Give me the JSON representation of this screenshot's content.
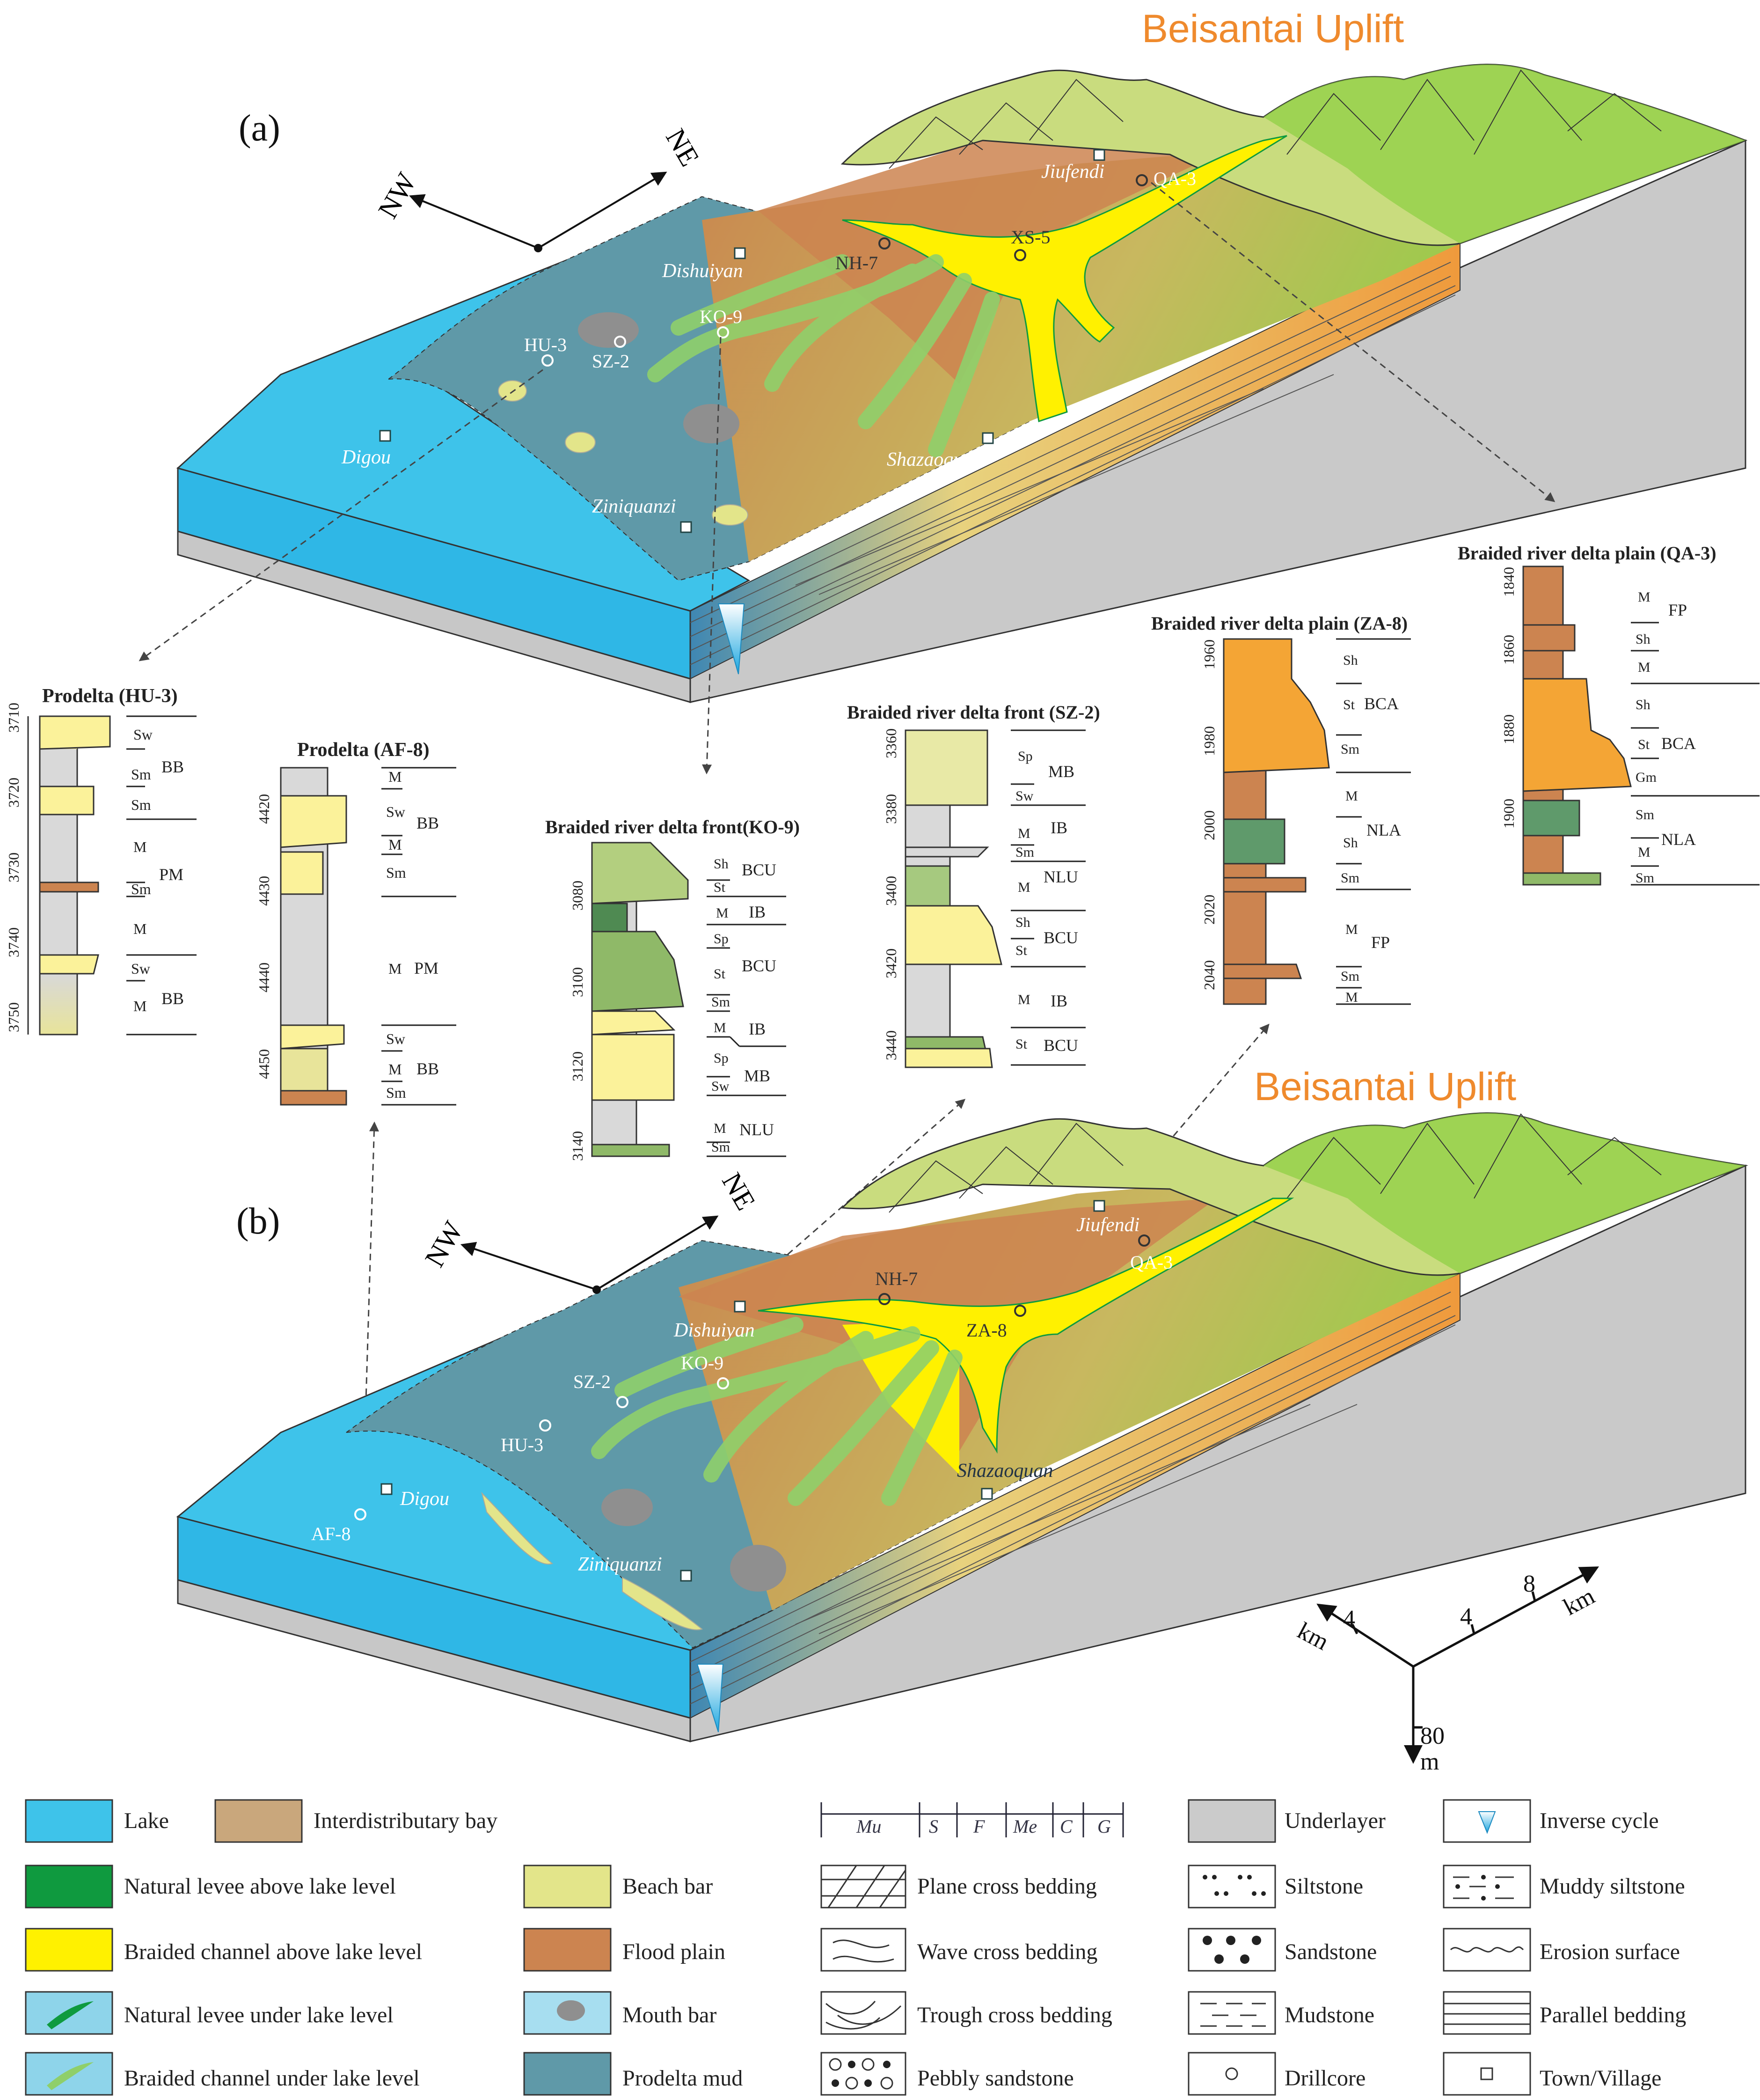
{
  "panel_a": {
    "label": "(a)",
    "uplift": "Beisantai Uplift",
    "compass": {
      "nw": "NW",
      "ne": "NE"
    },
    "towns": {
      "jiufendi": "Jiufendi",
      "dishuiyan": "Dishuiyan",
      "digou": "Digou",
      "shazaoquan": "Shazaoquan",
      "ziniquanzi": "Ziniquanzi"
    },
    "wells": {
      "qa3": "QA-3",
      "xs5": "XS-5",
      "nh7": "NH-7",
      "ko9": "KO-9",
      "sz2": "SZ-2",
      "hu3": "HU-3"
    }
  },
  "panel_b": {
    "label": "(b)",
    "uplift": "Beisantai Uplift",
    "compass": {
      "nw": "NW",
      "ne": "NE"
    },
    "towns": {
      "jiufendi": "Jiufendi",
      "dishuiyan": "Dishuiyan",
      "digou": "Digou",
      "shazaoquan": "Shazaoquan",
      "ziniquanzi": "Ziniquanzi"
    },
    "wells": {
      "qa3": "QA-3",
      "za8": "ZA-8",
      "nh7": "NH-7",
      "ko9": "KO-9",
      "sz2": "SZ-2",
      "hu3": "HU-3",
      "af8": "AF-8"
    }
  },
  "scale": {
    "km4a": "4",
    "km_left": "km",
    "km4b": "4",
    "km8": "8",
    "km_right": "km",
    "v80": "80",
    "vm": "m"
  },
  "columns": {
    "hu3": {
      "title": "Prodelta (HU-3)",
      "depths": [
        "3710",
        "3720",
        "3730",
        "3740",
        "3750"
      ],
      "codes": [
        "Sw",
        "Sm",
        "Sm",
        "M",
        "Sm",
        "M",
        "Sw",
        "M"
      ],
      "units": [
        "BB",
        "PM",
        "BB"
      ]
    },
    "af8": {
      "title": "Prodelta (AF-8)",
      "depths": [
        "4420",
        "4430",
        "4440",
        "4450"
      ],
      "codes": [
        "M",
        "Sw",
        "M",
        "Sm",
        "M",
        "Sw",
        "M",
        "Sm"
      ],
      "units": [
        "BB",
        "PM",
        "BB"
      ]
    },
    "ko9": {
      "title": "Braided river delta front(KO-9)",
      "depths": [
        "3080",
        "3100",
        "3120",
        "3140"
      ],
      "codes": [
        "Sh",
        "St",
        "M",
        "Sp",
        "St",
        "Sm",
        "M",
        "Sp",
        "Sw",
        "M",
        "Sm"
      ],
      "units": [
        "BCU",
        "IB",
        "BCU",
        "IB",
        "MB",
        "NLU"
      ]
    },
    "sz2": {
      "title": "Braided river delta front (SZ-2)",
      "depths": [
        "3360",
        "3380",
        "3400",
        "3420",
        "3440"
      ],
      "codes": [
        "Sp",
        "Sw",
        "M",
        "Sm",
        "M",
        "Sh",
        "St",
        "M",
        "St"
      ],
      "units": [
        "MB",
        "IB",
        "NLU",
        "BCU",
        "IB",
        "BCU"
      ]
    },
    "za8": {
      "title": "Braided river delta plain (ZA-8)",
      "depths": [
        "1960",
        "1980",
        "2000",
        "2020",
        "2040"
      ],
      "codes": [
        "Sh",
        "St",
        "Sm",
        "M",
        "Sh",
        "Sm",
        "M",
        "Sm",
        "M"
      ],
      "units": [
        "BCA",
        "NLA",
        "FP"
      ]
    },
    "qa3": {
      "title": "Braided river delta plain (QA-3)",
      "depths": [
        "1840",
        "1860",
        "1880",
        "1900"
      ],
      "codes": [
        "M",
        "Sh",
        "M",
        "Sh",
        "St",
        "Gm",
        "Sm",
        "M",
        "Sm"
      ],
      "units": [
        "FP",
        "BCA",
        "NLA"
      ]
    }
  },
  "legend": {
    "lake": "Lake",
    "interdistributary_bay": "Interdistributary bay",
    "levee_above": "Natural levee above lake level",
    "beach_bar": "Beach bar",
    "channel_above": "Braided channel above lake level",
    "flood_plain": "Flood plain",
    "levee_under": "Natural levee under lake level",
    "mouth_bar": "Mouth bar",
    "channel_under": "Braided channel under lake level",
    "prodelta_mud": "Prodelta mud",
    "grain_scale": [
      "Mu",
      "S",
      "F",
      "Me",
      "C",
      "G"
    ],
    "plane_cross": "Plane cross bedding",
    "wave_cross": "Wave cross bedding",
    "trough_cross": "Trough cross bedding",
    "pebbly_sandstone": "Pebbly sandstone",
    "underlayer": "Underlayer",
    "siltstone": "Siltstone",
    "sandstone": "Sandstone",
    "mudstone": "Mudstone",
    "drillcore": "Drillcore",
    "inverse_cycle": "Inverse cycle",
    "muddy_siltstone": "Muddy siltstone",
    "erosion_surface": "Erosion surface",
    "parallel_bedding": "Parallel bedding",
    "town_village": "Town/Village"
  },
  "colors": {
    "lake": "#3ec3ea",
    "prodelta": "#5f99a8",
    "channel": "#fff100",
    "levee": "#0f9a3f",
    "flood": "#cc8450",
    "beach": "#e3e58a",
    "mouth": "#8f8f8f",
    "uplift": "#f09a2a",
    "mountain": "#c9dc7e",
    "underlayer": "#cbcbcb",
    "bay": "#c9a77c"
  }
}
